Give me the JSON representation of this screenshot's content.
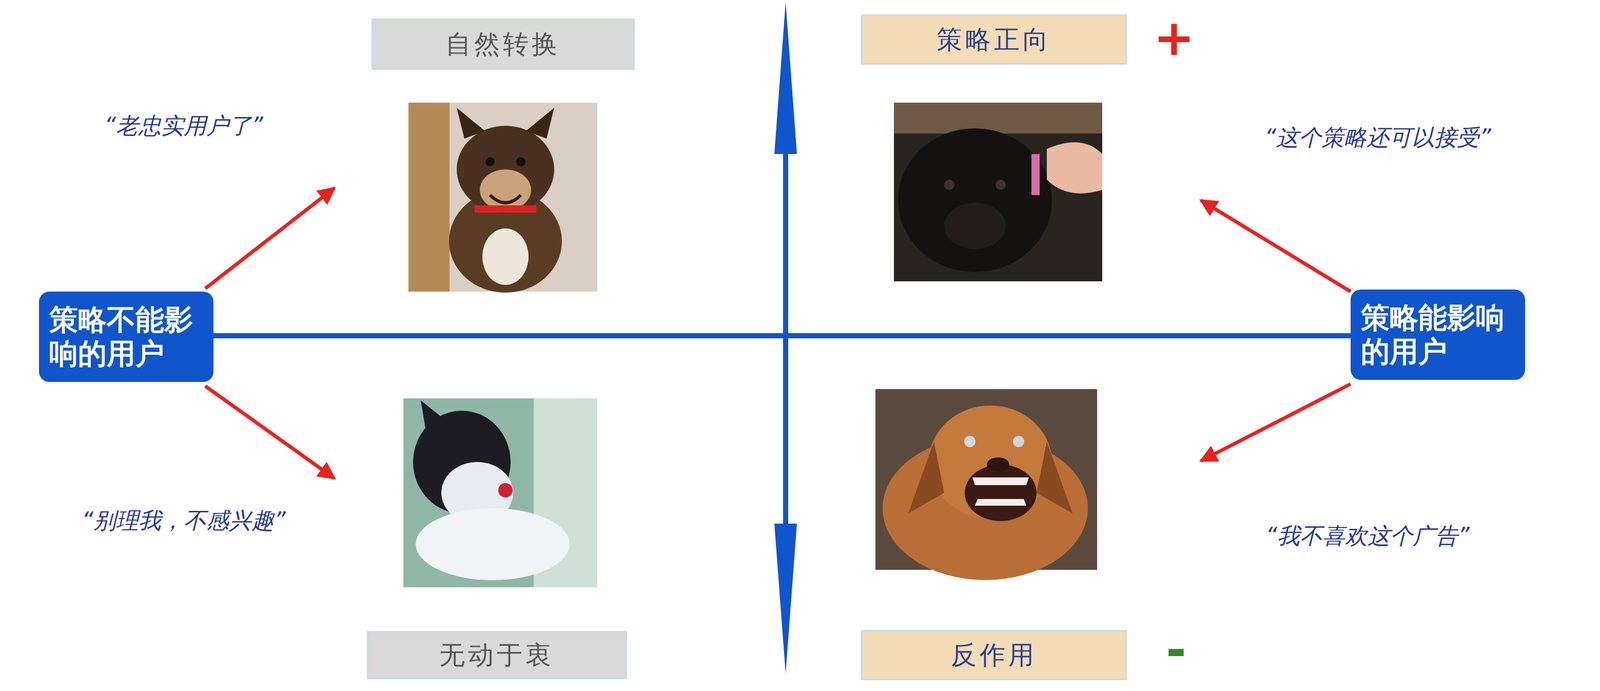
{
  "diagram": {
    "nodes": [
      {
        "text": [
          "自然转换"
        ]
      },
      {
        "text": [
          "策略正向"
        ]
      },
      {
        "text": [
          "策略不能影响的用户"
        ]
      },
      {
        "text": [
          "策略能影响的用户"
        ]
      },
      {
        "text": [
          "无动于衷"
        ]
      },
      {
        "text": [
          "反作用"
        ]
      }
    ],
    "edges": [
      {
        "from": 2,
        "to": 3,
        "arrow": "none"
      }
    ],
    "labels": [
      "“老忠实用户了”",
      "+",
      "“这个策略还可以接受”",
      "“别理我，不感兴趣”",
      "“我不喜欢这个广告”",
      "-"
    ]
  }
}
